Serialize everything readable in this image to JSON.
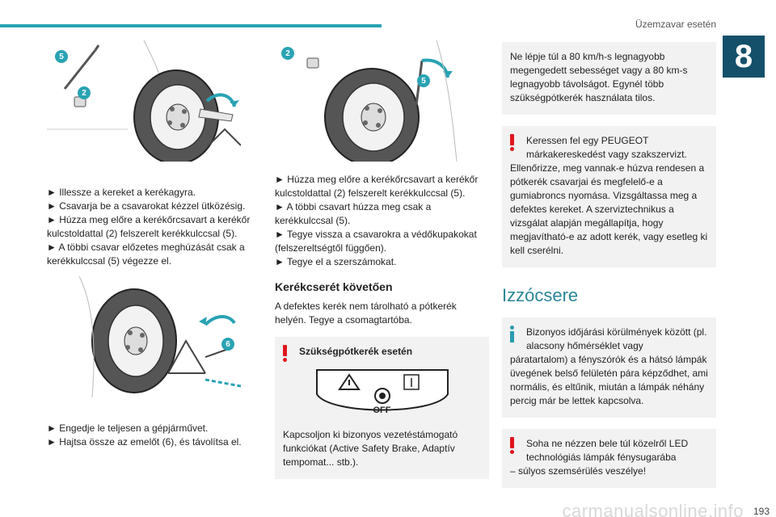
{
  "header": {
    "title": "Üzemzavar esetén",
    "chapter": "8"
  },
  "figures": {
    "fig1": {
      "callout_a": "5",
      "callout_b": "2"
    },
    "fig2": {
      "callout_a": "2",
      "callout_b": "5"
    },
    "fig3": {
      "callout": "6"
    }
  },
  "col1": {
    "steps1": [
      "► Illessze a kereket a kerékagyra.",
      "► Csavarja be a csavarokat kézzel ütközésig.",
      "► Húzza meg előre a kerékőrcsavart a kerékőr kulcstoldattal (2) felszerelt kerékkulccsal (5).",
      "► A többi csavar előzetes meghúzását csak a kerékkulccsal (5) végezze el."
    ],
    "steps2": [
      "► Engedje le teljesen a gépjárművet.",
      "► Hajtsa össze az emelőt (6), és távolítsa el."
    ]
  },
  "col2": {
    "steps": [
      "► Húzza meg előre a kerékőrcsavart a kerékőr kulcstoldattal (2) felszerelt kerékkulccsal (5).",
      "► A többi csavart húzza meg csak a kerékkulccsal (5).",
      "► Tegye vissza a csavarokra a védőkupakokat (felszereltségtől függően).",
      "► Tegye el a szerszámokat."
    ],
    "section_title": "Kerékcserét követően",
    "section_text": "A defektes kerék nem tárolható a pótkerék helyén. Tegye a csomagtartóba.",
    "warning_title": "Szükségpótkerék esetén",
    "panel_label": "OFF",
    "warning_text": "Kapcsoljon ki bizonyos vezetéstámogató funkciókat (Active Safety Brake, Adaptív tempomat... stb.)."
  },
  "col3": {
    "note1": "Ne lépje túl a 80 km/h-s legnagyobb megengedett sebességet vagy a 80 km-s legnagyobb távolságot. Egynél több szükségpótkerék használata tilos.",
    "warning1_indent": "Keressen fel egy PEUGEOT márkakereskedést vagy szakszervizt.",
    "warning1_rest": "Ellenőrizze, meg vannak-e húzva rendesen a pótkerék csavarjai és megfelelő-e a gumiabroncs nyomása. Vizsgáltassa meg a defektes kereket. A szerviztechnikus a vizsgálat alapján megállapítja, hogy megjavítható-e az adott kerék, vagy esetleg ki kell cserélni.",
    "heading": "Izzócsere",
    "info_indent": "Bizonyos időjárási körülmények között (pl. alacsony hőmérséklet vagy",
    "info_rest": "páratartalom) a fényszórók és a hátsó lámpák üvegének belső felületén pára képződhet, ami normális, és eltűnik, miután a lámpák néhány percig már be lettek kapcsolva.",
    "warning2_indent": "Soha ne nézzen bele túl közelről LED technológiás lámpák fénysugarába",
    "warning2_rest": "– súlyos szemsérülés veszélye!"
  },
  "footer": {
    "page": "193",
    "watermark": "carmanualsonline.info"
  },
  "colors": {
    "accent": "#29a3b3",
    "chapter_bg": "#14506a",
    "warning": "#e0161c",
    "info": "#2a9bb0"
  }
}
